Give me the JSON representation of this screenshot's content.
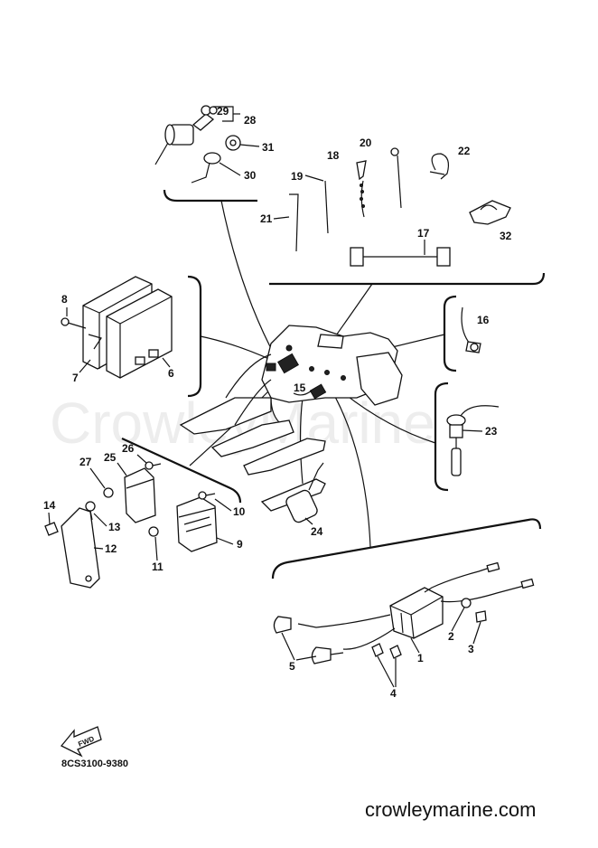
{
  "watermark": "CrowleyMarine",
  "drawing_code": "8CS3100-9380",
  "site": "crowleymarine.com",
  "fwd_label": "FWD",
  "callouts": {
    "c1": "1",
    "c2": "2",
    "c3": "3",
    "c4": "4",
    "c5": "5",
    "c6": "6",
    "c7": "7",
    "c8": "8",
    "c9": "9",
    "c10": "10",
    "c11": "11",
    "c12": "12",
    "c13": "13",
    "c14": "14",
    "c15": "15",
    "c16": "16",
    "c17": "17",
    "c18": "18",
    "c19": "19",
    "c20": "20",
    "c21": "21",
    "c22": "22",
    "c23": "23",
    "c24": "24",
    "c25": "25",
    "c26": "26",
    "c27": "27",
    "c28": "28",
    "c29": "29",
    "c30": "30",
    "c31": "31",
    "c32": "32"
  }
}
